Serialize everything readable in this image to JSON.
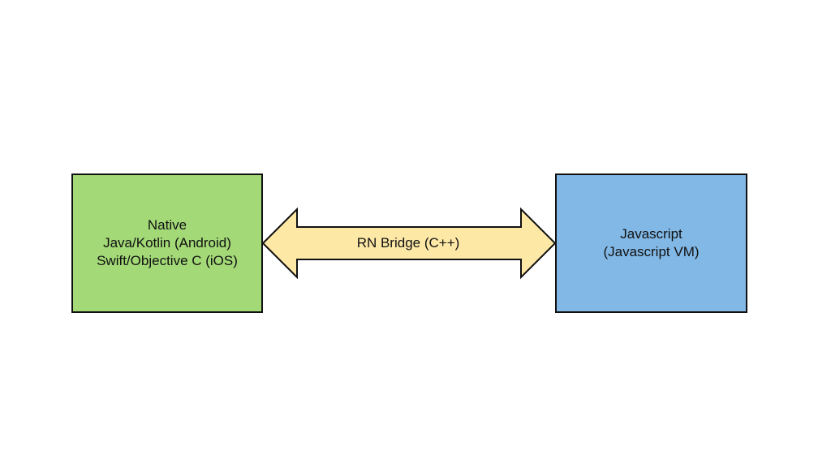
{
  "colors": {
    "native_fill": "#a3d977",
    "js_fill": "#82b8e5",
    "bridge_fill": "#fde8a6",
    "stroke": "#111111"
  },
  "nodes": {
    "native": {
      "lines": [
        "Native",
        "Java/Kotlin (Android)",
        "Swift/Objective C (iOS)"
      ]
    },
    "javascript": {
      "lines": [
        "Javascript",
        "(Javascript VM)"
      ]
    }
  },
  "bridge": {
    "label": "RN Bridge (C++)",
    "direction": "bidirectional"
  }
}
